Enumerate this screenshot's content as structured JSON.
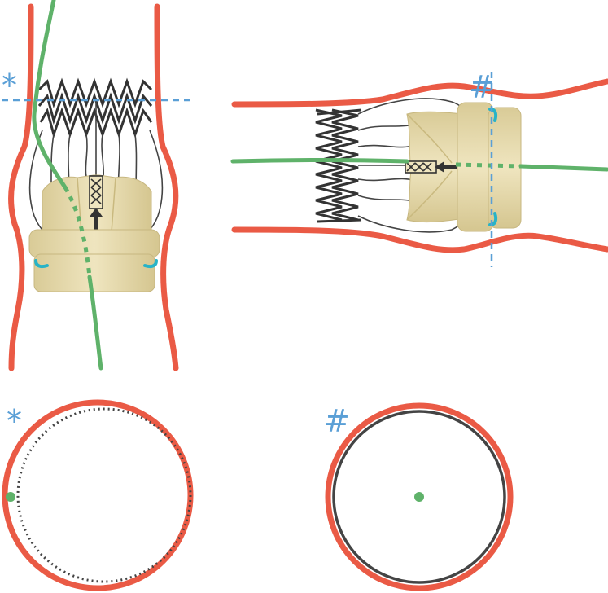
{
  "figure": {
    "markers": {
      "vertical_section": "*",
      "horizontal_section": "#"
    },
    "colors": {
      "vessel_wall": "#ea5a45",
      "guidewire": "#5fb26a",
      "section_line": "#5a9fd6",
      "valve_cuff": "#e8dcae",
      "valve_cuff_shadow": "#d2c28c",
      "stent_frame": "#333333",
      "anchor_hook": "#27b3c7",
      "valve_outline_dotted": "#444444"
    },
    "panels": [
      {
        "id": "vertical-view",
        "description_hidden": true,
        "marker": "*"
      },
      {
        "id": "horizontal-view",
        "marker": "#"
      },
      {
        "id": "cross-section-star",
        "marker": "*",
        "fit": "eccentric"
      },
      {
        "id": "cross-section-hash",
        "marker": "#",
        "fit": "concentric"
      }
    ]
  }
}
